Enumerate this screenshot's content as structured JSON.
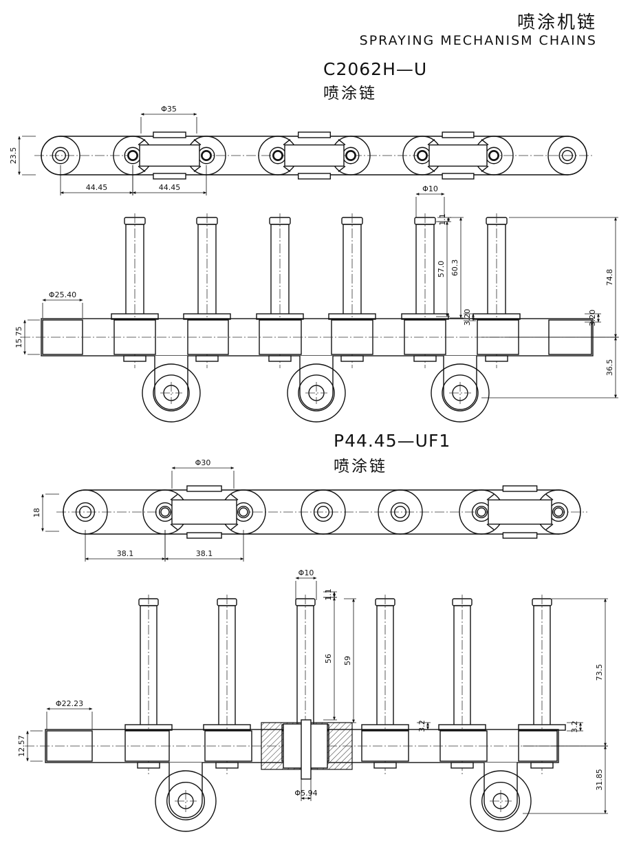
{
  "header": {
    "title_cn": "喷涂机链",
    "title_en": "SPRAYING MECHANISM CHAINS"
  },
  "models": [
    {
      "code": "C2062H—U",
      "name": "喷涂链",
      "dims": {
        "roller_dia": "Φ35",
        "plate_height": "23.5",
        "pitch_a": "44.45",
        "pitch_b": "44.45",
        "pin_dia": "Φ10",
        "pin_tip": "1.1",
        "pin_len_a": "57.0",
        "pin_len_b": "60.3",
        "offset_a": "3.20",
        "offset_b": "3.20",
        "total_height": "74.8",
        "bush_dia": "Φ25.40",
        "link_width": "15.75",
        "bottom_depth": "36.5"
      }
    },
    {
      "code": "P44.45—UF1",
      "name": "喷涂链",
      "dims": {
        "roller_dia": "Φ30",
        "plate_height": "18",
        "pitch_a": "38.1",
        "pitch_b": "38.1",
        "pin_dia": "Φ10",
        "pin_tip": "1.1",
        "pin_len_a": "56",
        "pin_len_b": "59",
        "offset_a": "3.2",
        "offset_b": "3.2",
        "total_height": "73.5",
        "bush_dia": "Φ22.23",
        "link_width": "12.57",
        "bottom_depth": "31.85",
        "small_dia": "Φ5.94"
      }
    }
  ]
}
